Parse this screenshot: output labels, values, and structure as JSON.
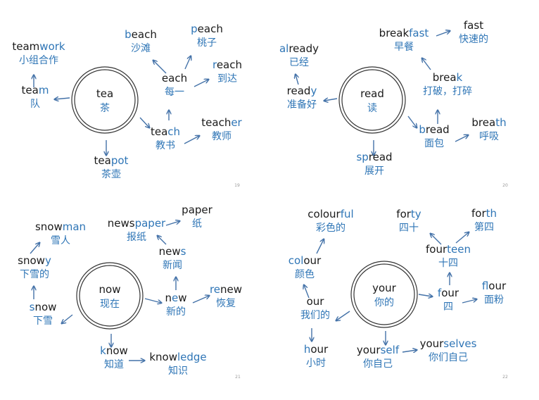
{
  "colors": {
    "black": "#1a1a1a",
    "blue": "#2e75b6",
    "arrow": "#4472a8",
    "circle": "#333333"
  },
  "icons": {
    "arrow": "arrow-icon"
  },
  "panels": [
    {
      "id": "tea",
      "page_number": "19",
      "center": {
        "word": "tea",
        "cn": "茶"
      },
      "nodes": [
        {
          "id": "teamwork",
          "parts": [
            [
              "team",
              "k"
            ],
            [
              "work",
              "b"
            ]
          ],
          "cn": "小组合作"
        },
        {
          "id": "team",
          "parts": [
            [
              "tea",
              "k"
            ],
            [
              "m",
              "b"
            ]
          ],
          "cn": "队"
        },
        {
          "id": "teapot",
          "parts": [
            [
              "tea",
              "k"
            ],
            [
              "pot",
              "b"
            ]
          ],
          "cn": "茶壶"
        },
        {
          "id": "beach",
          "parts": [
            [
              "b",
              "b"
            ],
            [
              "each",
              "k"
            ]
          ],
          "cn": "沙滩"
        },
        {
          "id": "peach",
          "parts": [
            [
              "p",
              "b"
            ],
            [
              "each",
              "k"
            ]
          ],
          "cn": "桃子"
        },
        {
          "id": "each",
          "parts": [
            [
              "each",
              "k"
            ]
          ],
          "cn": "每一"
        },
        {
          "id": "reach",
          "parts": [
            [
              "r",
              "b"
            ],
            [
              "each",
              "k"
            ]
          ],
          "cn": "到达"
        },
        {
          "id": "teach",
          "parts": [
            [
              "tea",
              "k"
            ],
            [
              "ch",
              "b"
            ]
          ],
          "cn": "教书"
        },
        {
          "id": "teacher",
          "parts": [
            [
              "teach",
              "k"
            ],
            [
              "er",
              "b"
            ]
          ],
          "cn": "教师"
        }
      ]
    },
    {
      "id": "read",
      "page_number": "20",
      "center": {
        "word": "read",
        "cn": "读"
      },
      "nodes": [
        {
          "id": "already",
          "parts": [
            [
              "al",
              "b"
            ],
            [
              "ready",
              "k"
            ]
          ],
          "cn": "已经"
        },
        {
          "id": "ready",
          "parts": [
            [
              "read",
              "k"
            ],
            [
              "y",
              "b"
            ]
          ],
          "cn": "准备好"
        },
        {
          "id": "spread",
          "parts": [
            [
              "sp",
              "b"
            ],
            [
              "read",
              "k"
            ]
          ],
          "cn": "展开"
        },
        {
          "id": "breakfast",
          "parts": [
            [
              "break",
              "k"
            ],
            [
              "fast",
              "b"
            ]
          ],
          "cn": "早餐"
        },
        {
          "id": "fast",
          "parts": [
            [
              "fast",
              "k"
            ]
          ],
          "cn": "快速的"
        },
        {
          "id": "break",
          "parts": [
            [
              "brea",
              "k"
            ],
            [
              "k",
              "b"
            ]
          ],
          "cn": "打破，打碎"
        },
        {
          "id": "bread",
          "parts": [
            [
              "b",
              "b"
            ],
            [
              "read",
              "k"
            ]
          ],
          "cn": "面包"
        },
        {
          "id": "breath",
          "parts": [
            [
              "brea",
              "k"
            ],
            [
              "th",
              "b"
            ]
          ],
          "cn": "呼吸"
        }
      ]
    },
    {
      "id": "now",
      "page_number": "21",
      "center": {
        "word": "now",
        "cn": "现在"
      },
      "nodes": [
        {
          "id": "snowman",
          "parts": [
            [
              "snow",
              "k"
            ],
            [
              "man",
              "b"
            ]
          ],
          "cn": "雪人"
        },
        {
          "id": "snowy",
          "parts": [
            [
              "snow",
              "k"
            ],
            [
              "y",
              "b"
            ]
          ],
          "cn": "下雪的"
        },
        {
          "id": "snow",
          "parts": [
            [
              "s",
              "b"
            ],
            [
              "now",
              "k"
            ]
          ],
          "cn": "下雪"
        },
        {
          "id": "newspaper",
          "parts": [
            [
              "news",
              "k"
            ],
            [
              "paper",
              "b"
            ]
          ],
          "cn": "报纸"
        },
        {
          "id": "paper",
          "parts": [
            [
              "paper",
              "k"
            ]
          ],
          "cn": "纸"
        },
        {
          "id": "news",
          "parts": [
            [
              "new",
              "k"
            ],
            [
              "s",
              "b"
            ]
          ],
          "cn": "新闻"
        },
        {
          "id": "new",
          "parts": [
            [
              "n",
              "k"
            ],
            [
              "e",
              "b"
            ],
            [
              "w",
              "k"
            ]
          ],
          "cn": "新的"
        },
        {
          "id": "renew",
          "parts": [
            [
              "re",
              "b"
            ],
            [
              "new",
              "k"
            ]
          ],
          "cn": "恢复"
        },
        {
          "id": "know",
          "parts": [
            [
              "k",
              "b"
            ],
            [
              "now",
              "k"
            ]
          ],
          "cn": "知道"
        },
        {
          "id": "knowledge",
          "parts": [
            [
              "know",
              "k"
            ],
            [
              "ledge",
              "b"
            ]
          ],
          "cn": "知识"
        }
      ]
    },
    {
      "id": "your",
      "page_number": "22",
      "center": {
        "word": "your",
        "cn": "你的"
      },
      "nodes": [
        {
          "id": "colourful",
          "parts": [
            [
              "colour",
              "k"
            ],
            [
              "ful",
              "b"
            ]
          ],
          "cn": "彩色的"
        },
        {
          "id": "colour",
          "parts": [
            [
              "col",
              "b"
            ],
            [
              "our",
              "k"
            ]
          ],
          "cn": "颜色"
        },
        {
          "id": "our",
          "parts": [
            [
              "our",
              "k"
            ]
          ],
          "cn": "我们的"
        },
        {
          "id": "hour",
          "parts": [
            [
              "h",
              "b"
            ],
            [
              "our",
              "k"
            ]
          ],
          "cn": "小时"
        },
        {
          "id": "yourself",
          "parts": [
            [
              "your",
              "k"
            ],
            [
              "self",
              "b"
            ]
          ],
          "cn": "你自己"
        },
        {
          "id": "yourselves",
          "parts": [
            [
              "your",
              "k"
            ],
            [
              "selves",
              "b"
            ]
          ],
          "cn": "你们自己"
        },
        {
          "id": "forty",
          "parts": [
            [
              "for",
              "k"
            ],
            [
              "ty",
              "b"
            ]
          ],
          "cn": "四十"
        },
        {
          "id": "forth",
          "parts": [
            [
              "for",
              "k"
            ],
            [
              "th",
              "b"
            ]
          ],
          "cn": "第四"
        },
        {
          "id": "fourteen",
          "parts": [
            [
              "four",
              "k"
            ],
            [
              "teen",
              "b"
            ]
          ],
          "cn": "十四"
        },
        {
          "id": "four",
          "parts": [
            [
              "f",
              "b"
            ],
            [
              "our",
              "k"
            ]
          ],
          "cn": "四"
        },
        {
          "id": "flour",
          "parts": [
            [
              "fl",
              "b"
            ],
            [
              "our",
              "k"
            ]
          ],
          "cn": "面粉"
        }
      ]
    }
  ]
}
